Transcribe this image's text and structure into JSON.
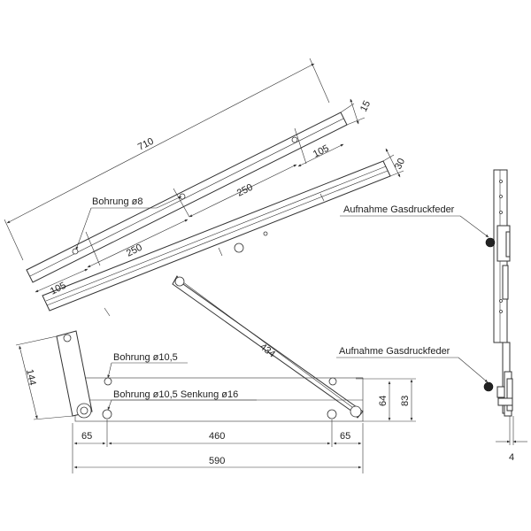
{
  "dimensions": {
    "bar_length": "710",
    "bar_width": "15",
    "rail_width": "30",
    "spacing_left": "250",
    "spacing_right": "250",
    "end_left": "105",
    "end_right": "105",
    "arm_length": "434",
    "base_height_left": "144",
    "height_inner": "64",
    "height_outer": "83",
    "base_left": "65",
    "base_middle": "460",
    "base_right": "65",
    "base_total": "590",
    "side_thickness": "4"
  },
  "labels": {
    "bohrung_8": "Bohrung ø8",
    "bohrung_10_5": "Bohrung ø10,5",
    "bohrung_senkung": "Bohrung ø10,5 Senkung ø16",
    "gas_spring_upper": "Aufnahme Gasdruckfeder",
    "gas_spring_lower": "Aufnahme Gasdruckfeder"
  }
}
